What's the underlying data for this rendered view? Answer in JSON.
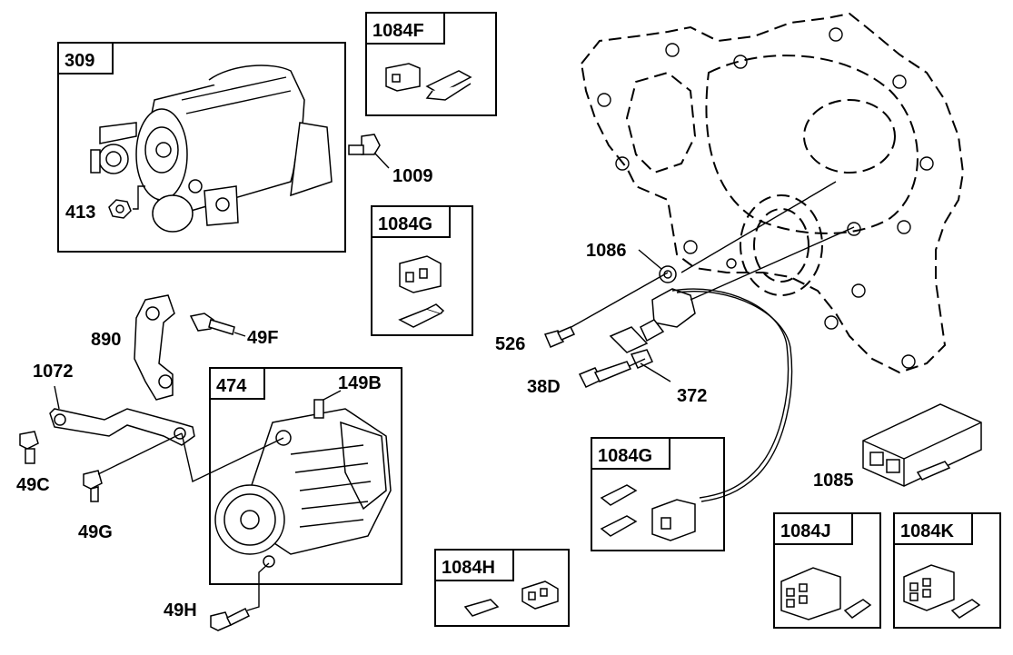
{
  "groups": {
    "starter": "309",
    "alternator": "474",
    "conn_f": "1084F",
    "conn_g_top": "1084G",
    "conn_g_mid": "1084G",
    "conn_h": "1084H",
    "conn_j": "1084J",
    "conn_k": "1084K"
  },
  "callouts": {
    "p413": "413",
    "p1009": "1009",
    "p890": "890",
    "p49f": "49F",
    "p1072": "1072",
    "p49c": "49C",
    "p49g": "49G",
    "p149b": "149B",
    "p49h": "49H",
    "p1086": "1086",
    "p526": "526",
    "p38d": "38D",
    "p372": "372",
    "p1085": "1085"
  }
}
